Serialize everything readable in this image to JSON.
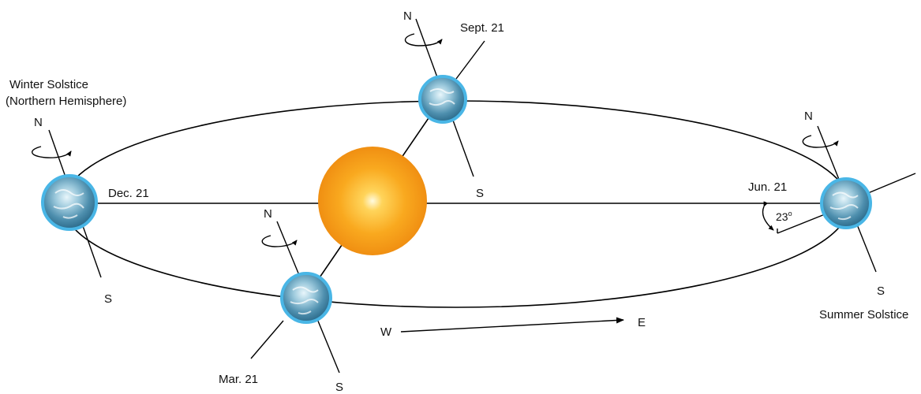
{
  "labels": {
    "winter_title": "Winter Solstice",
    "winter_subtitle": "(Northern Hemisphere)",
    "summer_title": "Summer Solstice",
    "dec": "Dec. 21",
    "jun": "Jun. 21",
    "sept": "Sept. 21",
    "mar": "Mar. 21",
    "tilt_angle": "23",
    "tilt_degree": "o",
    "west": "W",
    "east": "E"
  },
  "poles": {
    "winter_north": "N",
    "winter_south": "S",
    "sept_north": "N",
    "sept_south": "S",
    "summer_north": "N",
    "summer_south": "S",
    "mar_north": "N",
    "mar_south": "S"
  },
  "colors": {
    "sun_outer": "#f7a21a",
    "sun_core": "#fff7c8",
    "earth_rim": "#49b6e6",
    "earth_land": "#2f7fa8",
    "line": "#000000"
  }
}
